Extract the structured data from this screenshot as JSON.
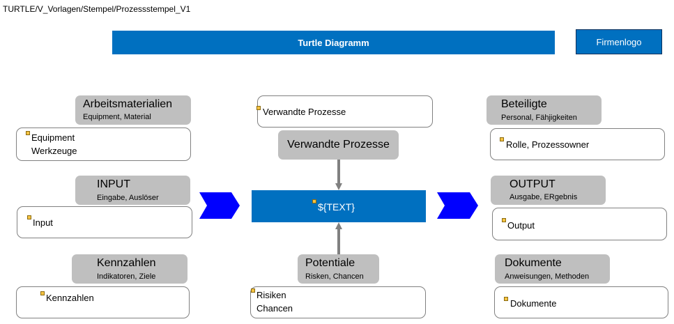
{
  "path": "TURTLE/V_Vorlagen/Stempel/Prozessstempel_V1",
  "banner_title": "Turtle Diagramm",
  "logo_label": "Firmenlogo",
  "center_text": "${TEXT}",
  "arbeitsmaterialien": {
    "title": "Arbeitsmaterialien",
    "subtitle": "Equipment, Material",
    "line1": "Equipment",
    "line2": "Werkzeuge"
  },
  "input": {
    "title": "INPUT",
    "subtitle": "Eingabe, Auslöser",
    "text": "Input"
  },
  "kennzahlen": {
    "title": "Kennzahlen",
    "subtitle": "Indikatoren, Ziele",
    "text": "Kennzahlen"
  },
  "verwandte": {
    "box_text": "Verwandte Prozesse",
    "title": "Verwandte Prozesse"
  },
  "potentiale": {
    "title": "Potentiale",
    "subtitle": "Risken, Chancen",
    "line1": "Risiken",
    "line2": "Chancen"
  },
  "beteiligte": {
    "title": "Beteiligte",
    "subtitle": "Personal, Fähjigkeiten",
    "text": "Rolle, Prozessowner"
  },
  "output": {
    "title": "OUTPUT",
    "subtitle": "Ausgabe, ERgebnis",
    "text": "Output"
  },
  "dokumente": {
    "title": "Dokumente",
    "subtitle": "Anweisungen, Methoden",
    "text": "Dokumente"
  },
  "colors": {
    "accent_blue": "#0070c0",
    "chevron_blue": "#0000ff",
    "header_gray": "#bfbfbf",
    "marker_yellow": "#f5c342",
    "arrow_gray": "#808080"
  }
}
